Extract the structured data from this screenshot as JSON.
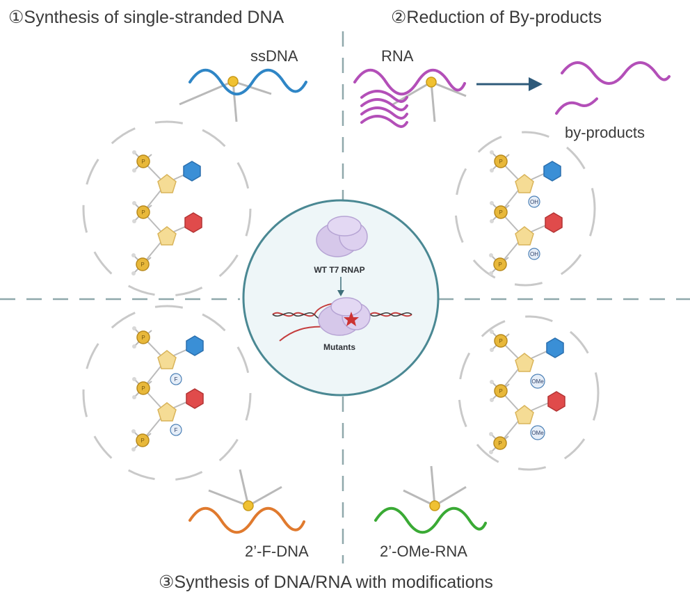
{
  "titles": {
    "q1": "①Synthesis of single-stranded DNA",
    "q2": "②Reduction of  By-products",
    "q3": "③Synthesis of DNA/RNA with modifications"
  },
  "labels": {
    "ssdna": "ssDNA",
    "rna": "RNA",
    "byproducts": "by-products",
    "f_dna": "2’-F-DNA",
    "ome_rna": "2’-OMe-RNA"
  },
  "center": {
    "top": "WT T7 RNAP",
    "bottom": "Mutants"
  },
  "groups": {
    "oh": "OH",
    "f": "F",
    "ome": "OMe"
  },
  "colors": {
    "dna_blue": "#2f86c6",
    "rna_purple": "#b34fb8",
    "f_orange": "#e07a2e",
    "ome_green": "#3aaa35",
    "phosphate": "#e8b83a",
    "sugar": "#f5dc95",
    "base_blue": "#3a8fd6",
    "base_red": "#e04b4b",
    "circle_fill": "#eef6f8",
    "circle_stroke": "#4a8893",
    "dash": "#8fa8ab"
  }
}
